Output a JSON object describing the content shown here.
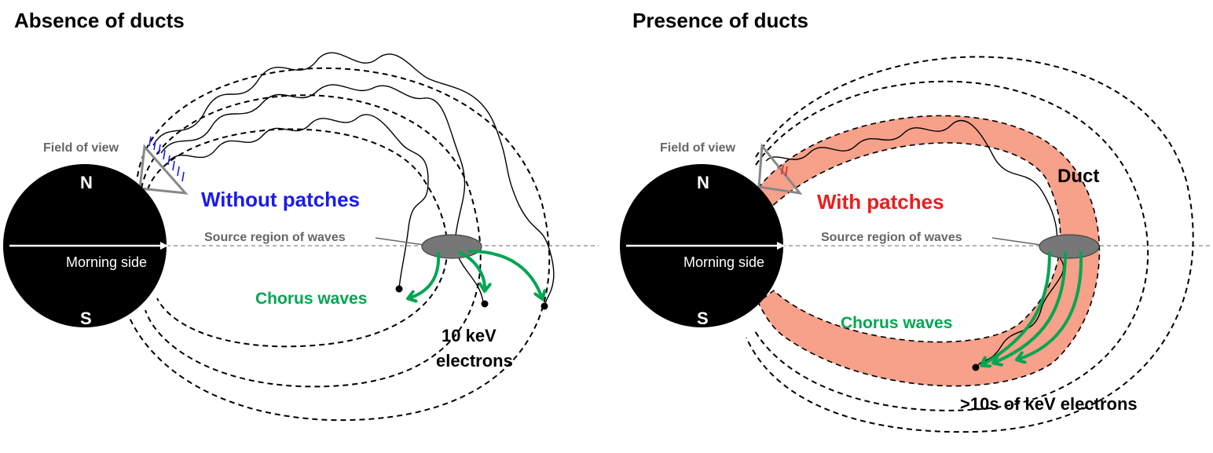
{
  "left_panel": {
    "title": "Absence of ducts",
    "field_of_view": "Field of view",
    "north": "N",
    "south": "S",
    "morning_side": "Morning side",
    "patches_label": "Without patches",
    "source_region": "Source region of waves",
    "chorus_waves": "Chorus waves",
    "electrons_line1": "10 keV",
    "electrons_line2": "electrons"
  },
  "right_panel": {
    "title": "Presence of ducts",
    "field_of_view": "Field of view",
    "north": "N",
    "south": "S",
    "morning_side": "Morning side",
    "patches_label": "With patches",
    "source_region": "Source region of waves",
    "duct_label": "Duct",
    "chorus_waves": "Chorus waves",
    "electrons_label": ">10s of keV electrons"
  },
  "colors": {
    "without_patches": "#1a1aee",
    "with_patches": "#ee1c1c",
    "chorus": "#00a651",
    "duct_fill": "#f7a08a",
    "source_fill": "#777777",
    "earth": "#000000"
  }
}
